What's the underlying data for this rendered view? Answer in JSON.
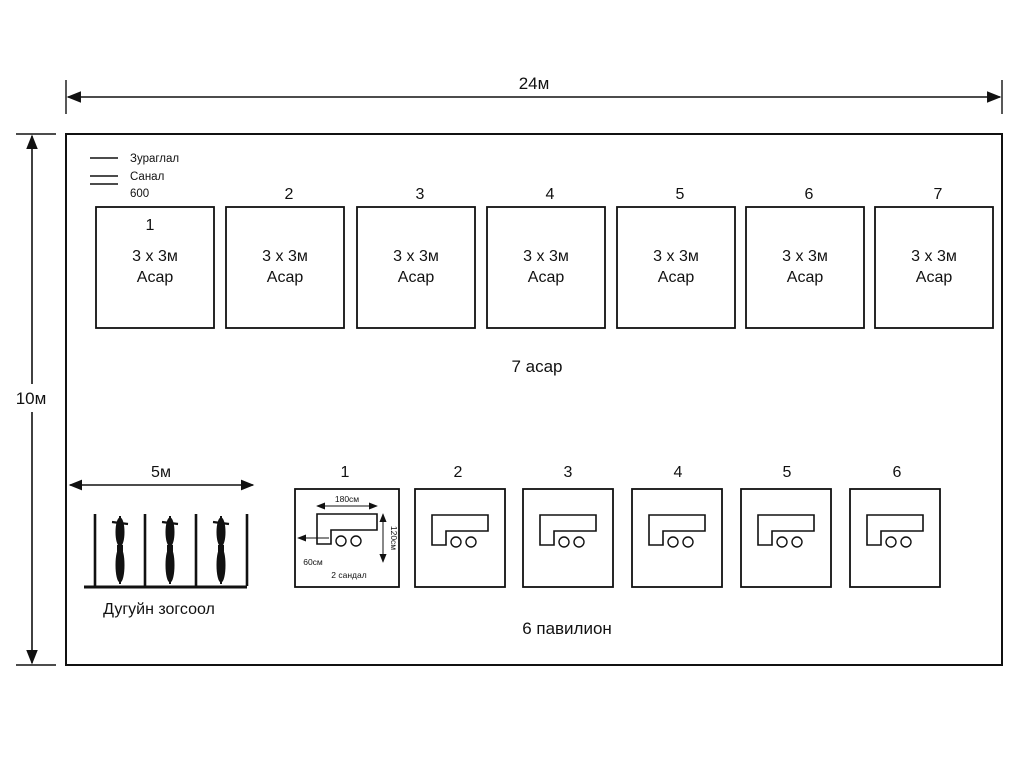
{
  "dimensions": {
    "width_label": "24м",
    "height_label": "10м",
    "bike_width_label": "5м"
  },
  "legend": {
    "items": [
      "Зураглал",
      "Санал"
    ],
    "code": "600"
  },
  "tents": {
    "count_label": "7 асар",
    "items": [
      {
        "number": "1",
        "size": "3 x 3м",
        "name": "Асар"
      },
      {
        "number": "2",
        "size": "3 x 3м",
        "name": "Асар"
      },
      {
        "number": "3",
        "size": "3 x 3м",
        "name": "Асар"
      },
      {
        "number": "4",
        "size": "3 x 3м",
        "name": "Асар"
      },
      {
        "number": "5",
        "size": "3 x 3м",
        "name": "Асар"
      },
      {
        "number": "6",
        "size": "3 x 3м",
        "name": "Асар"
      },
      {
        "number": "7",
        "size": "3 x 3м",
        "name": "Асар"
      }
    ]
  },
  "pavilions": {
    "count_label": "6 павилион",
    "items": [
      {
        "number": "1"
      },
      {
        "number": "2"
      },
      {
        "number": "3"
      },
      {
        "number": "4"
      },
      {
        "number": "5"
      },
      {
        "number": "6"
      }
    ],
    "detail": {
      "counter_width": "180см",
      "counter_depth": "120см",
      "leg_width": "60см",
      "chairs": "2 сандал"
    }
  },
  "bike_parking": {
    "label": "Дугуйн зогсоол",
    "icon": "bicycle-icon",
    "bike_count": 3
  },
  "colors": {
    "line": "#111111",
    "background": "#ffffff"
  }
}
